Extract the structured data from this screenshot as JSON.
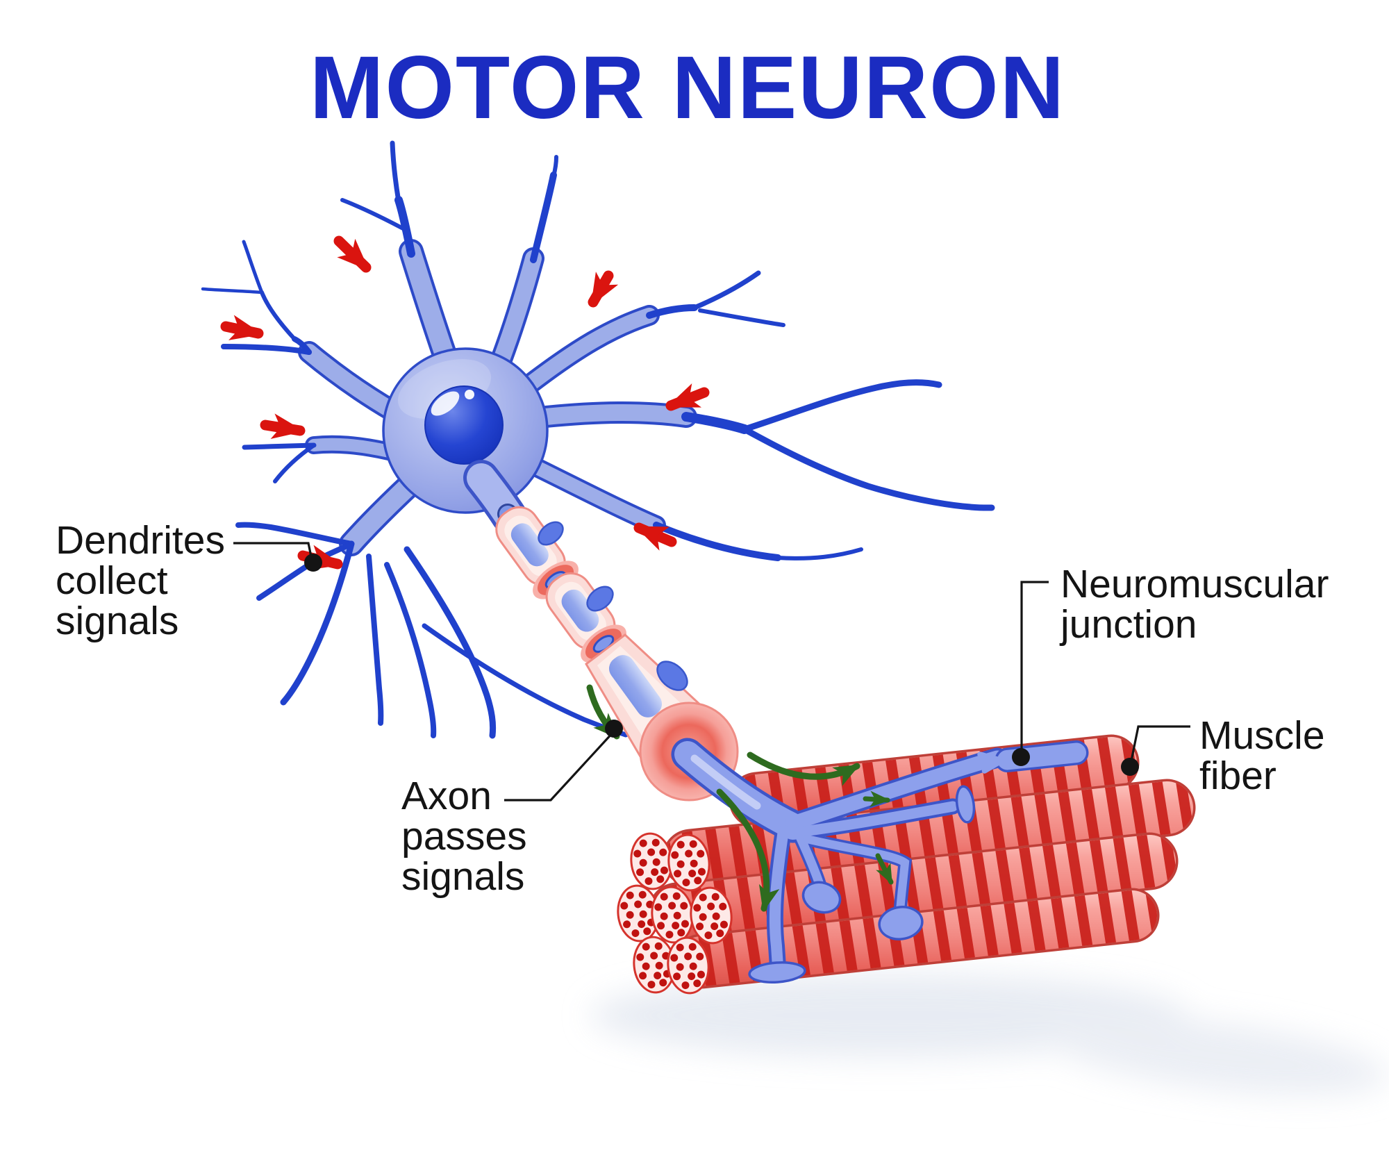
{
  "title": {
    "text": "MOTOR NEURON"
  },
  "labels": {
    "dendrites": {
      "lines": [
        "Dendrites",
        "collect",
        "signals"
      ]
    },
    "axon": {
      "lines": [
        "Axon",
        "passes",
        "signals"
      ]
    },
    "neuromuscular_junction": {
      "lines": [
        "Neuromuscular",
        "junction"
      ]
    },
    "muscle_fiber": {
      "lines": [
        "Muscle",
        "fiber"
      ]
    }
  },
  "colors": {
    "background": "#ffffff",
    "title_blue": "#1b2cc1",
    "label_black": "#141414",
    "dendrite_blue": "#2041cc",
    "soma_light": "#aab6ec",
    "soma_outline": "#2f4cc8",
    "nucleus_blue": "#2545d2",
    "red_arrow": "#da140f",
    "green_arrow": "#2e6b1f",
    "myelin_pink": "#fbdcd8",
    "myelin_outline": "#ef8d85",
    "node_red": "#ec6a5e",
    "terminal_blue": "#8da0ec",
    "terminal_outline": "#3d55c8",
    "muscle_red": "#e9645e",
    "muscle_stripe": "#c9201a",
    "muscle_light": "#fbb6b0",
    "cross_section_fill": "#fde9e7",
    "cross_section_dot": "#c01210",
    "shadow": "#e2e7f0"
  }
}
